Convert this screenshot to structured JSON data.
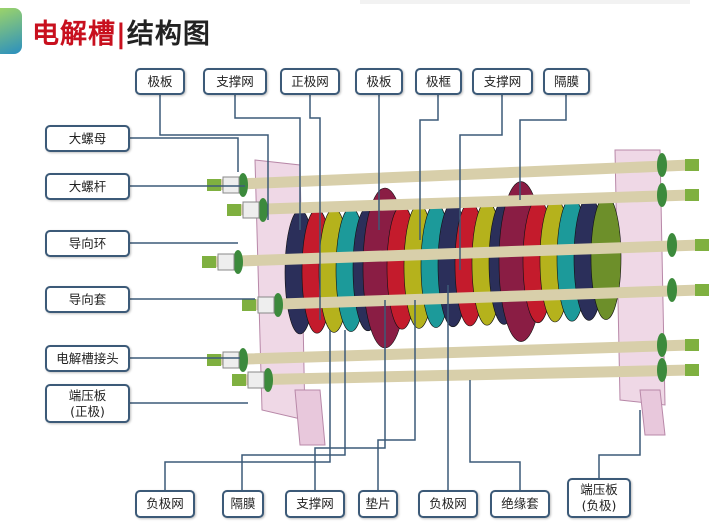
{
  "title": {
    "part1": "电解槽",
    "sep": "|",
    "part2": "结构图"
  },
  "labels_top": [
    "极板",
    "支撑网",
    "正极网",
    "极板",
    "极框",
    "支撑网",
    "隔膜"
  ],
  "labels_left": [
    "大螺母",
    "大螺杆",
    "导向环",
    "导向套",
    "电解槽接头",
    "端压板\n(正极)"
  ],
  "labels_bottom": [
    "负极网",
    "隔膜",
    "支撑网",
    "垫片",
    "负极网",
    "绝缘套",
    "端压板\n(负极)"
  ],
  "colors": {
    "title_red": "#c8101e",
    "box_border": "#3c5a78",
    "leader": "#3c5a78"
  }
}
